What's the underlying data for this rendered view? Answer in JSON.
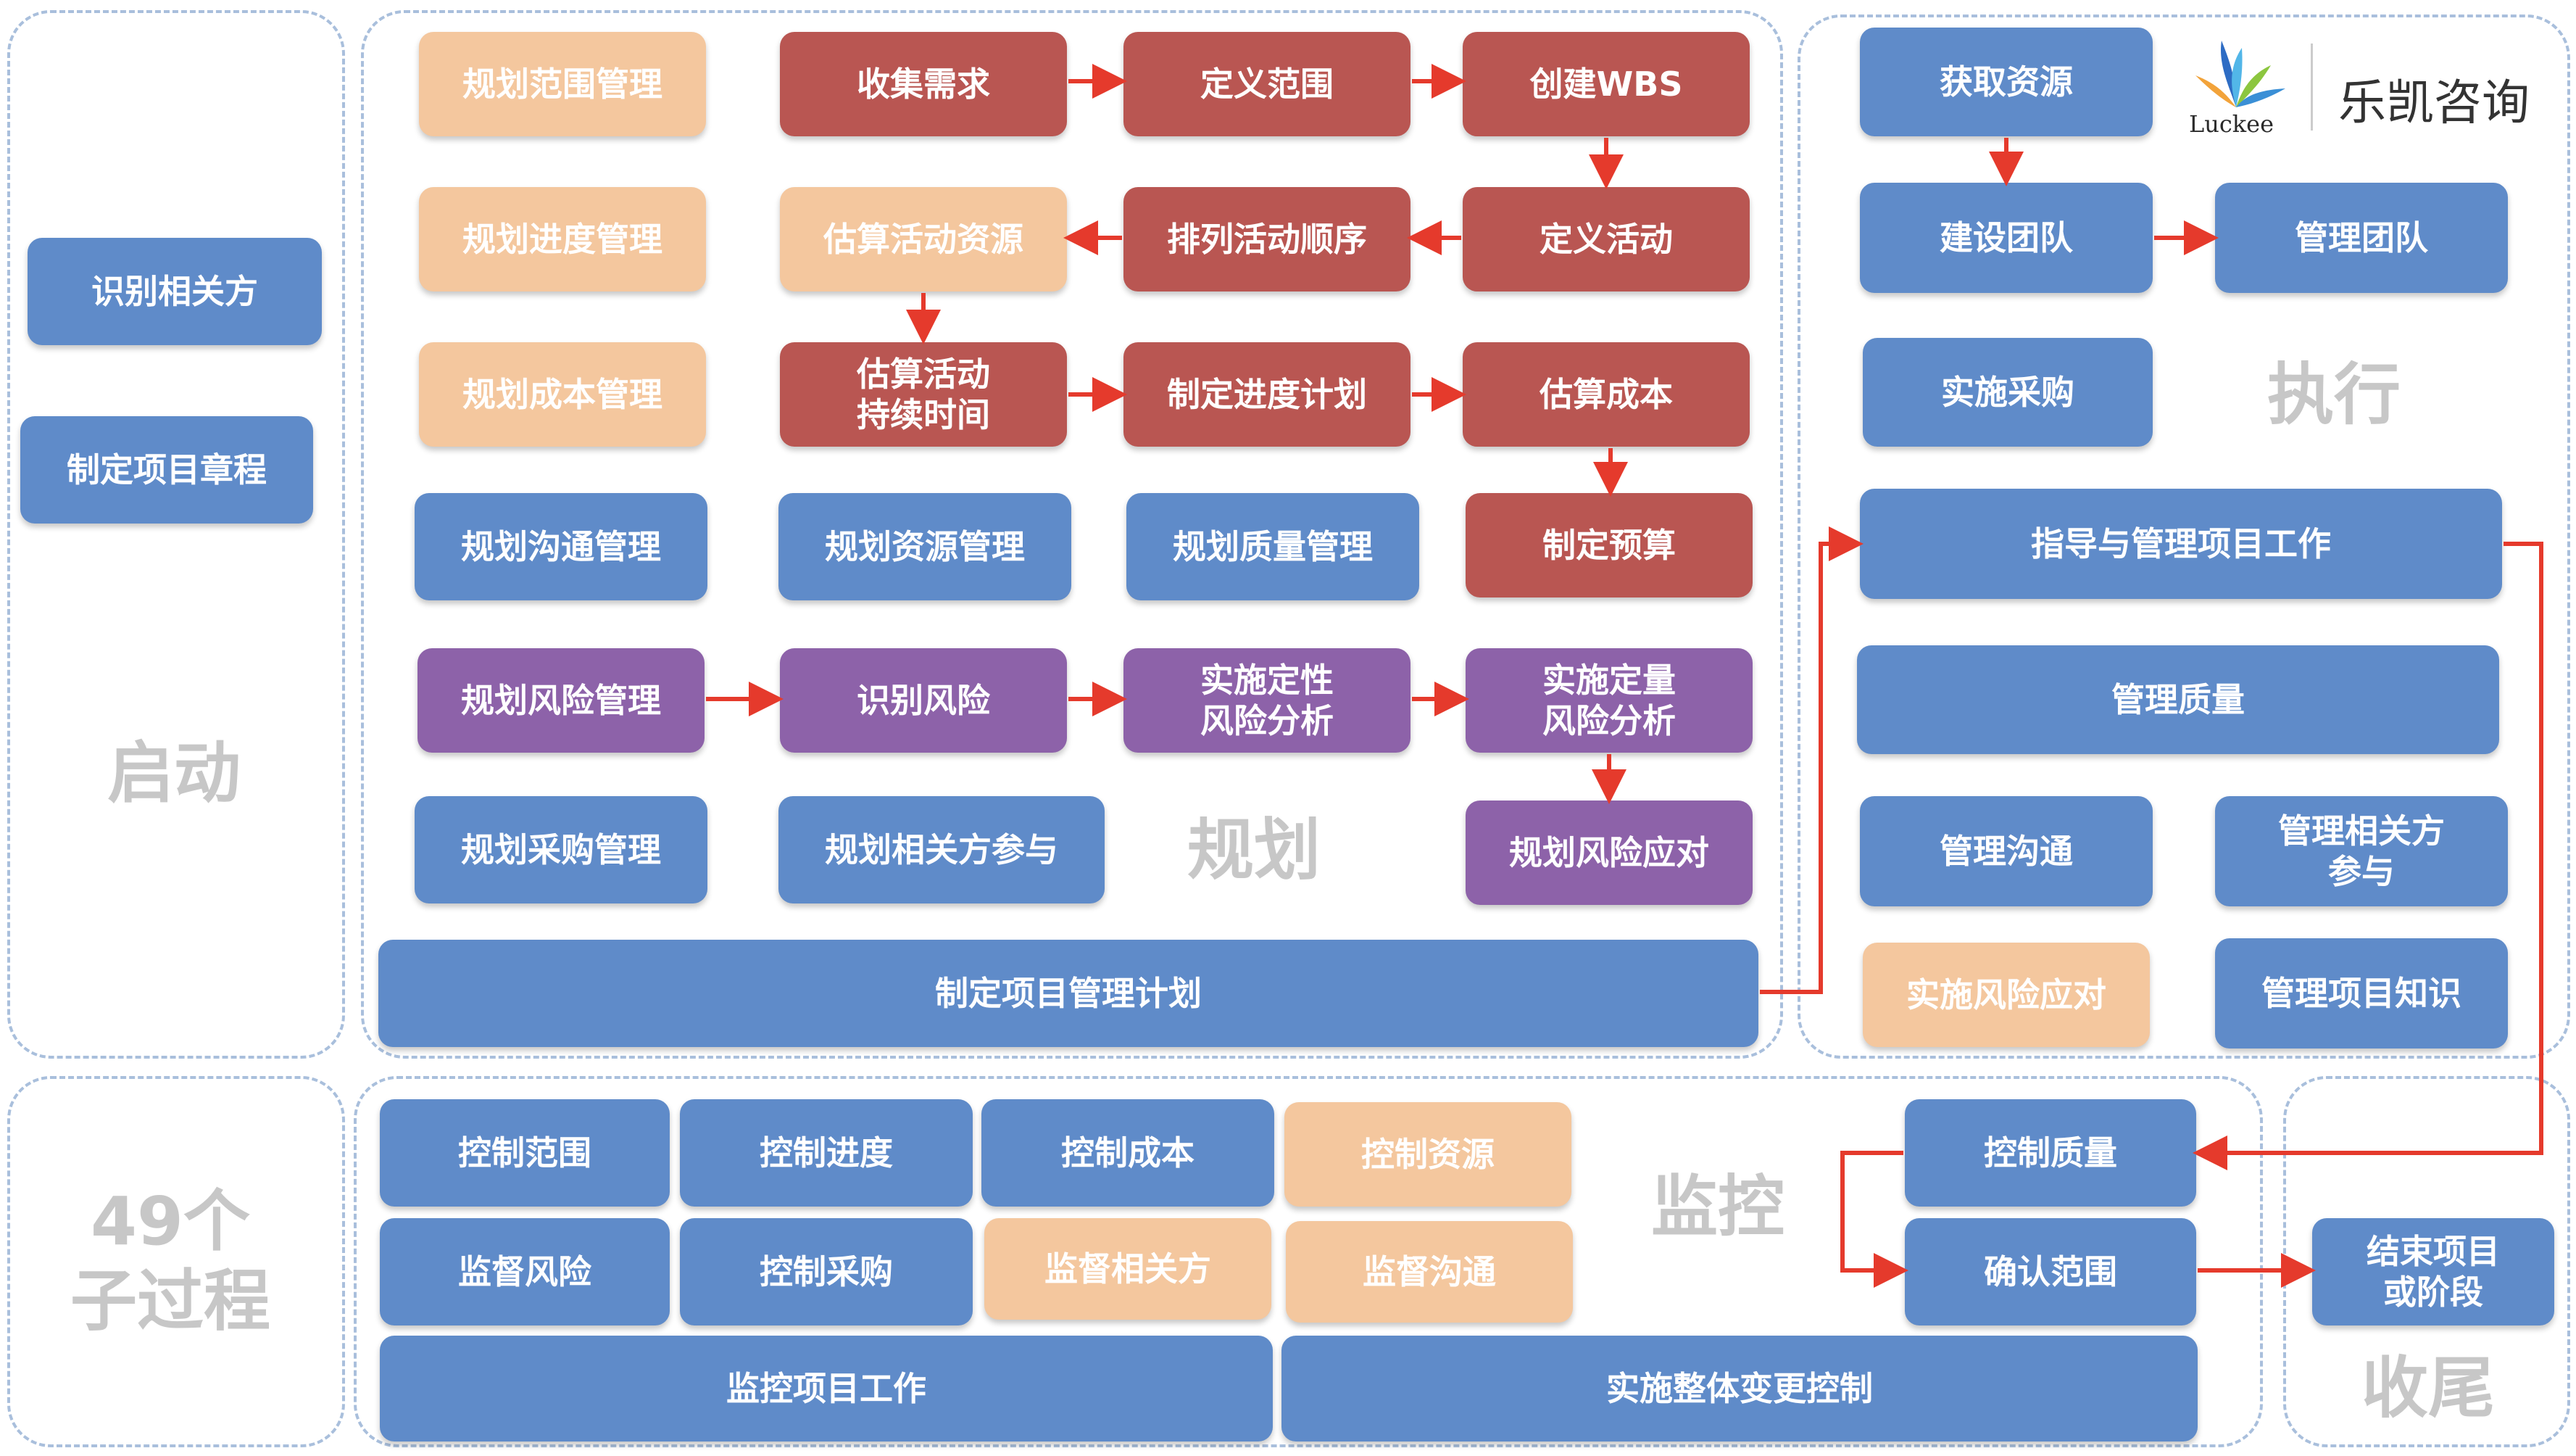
{
  "colors": {
    "blue": "#5f8bc9",
    "peach": "#f4c79e",
    "red": "#b95652",
    "purple": "#8d62a9",
    "arrow": "#e53a2c",
    "group_border": "#a9bfdc",
    "phase_label": "#c7c7c7"
  },
  "logo": {
    "brand_name": "乐凯咨询",
    "brand_latin": "Luckee",
    "icon": "fan-leaf-logo-icon"
  },
  "phases": {
    "initiating": "启动",
    "planning": "规划",
    "executing": "执行",
    "monitoring": "监控",
    "closing": "收尾",
    "subprocess_count": "49个\n子过程"
  },
  "initiating": {
    "identify_stakeholders": "识别相关方",
    "develop_charter": "制定项目章程"
  },
  "planning": {
    "plan_scope_mgmt": "规划范围管理",
    "collect_requirements": "收集需求",
    "define_scope": "定义范围",
    "create_wbs": "创建WBS",
    "plan_schedule_mgmt": "规划进度管理",
    "estimate_activity_resources": "估算活动资源",
    "sequence_activities": "排列活动顺序",
    "define_activities": "定义活动",
    "plan_cost_mgmt": "规划成本管理",
    "estimate_activity_durations": "估算活动\n持续时间",
    "develop_schedule": "制定进度计划",
    "estimate_costs": "估算成本",
    "plan_comm_mgmt": "规划沟通管理",
    "plan_resource_mgmt": "规划资源管理",
    "plan_quality_mgmt": "规划质量管理",
    "determine_budget": "制定预算",
    "plan_risk_mgmt": "规划风险管理",
    "identify_risks": "识别风险",
    "qualitative_risk": "实施定性\n风险分析",
    "quantitative_risk": "实施定量\n风险分析",
    "plan_procurement_mgmt": "规划采购管理",
    "plan_stakeholder_engagement": "规划相关方参与",
    "plan_risk_responses": "规划风险应对",
    "develop_pm_plan": "制定项目管理计划"
  },
  "executing": {
    "acquire_resources": "获取资源",
    "develop_team": "建设团队",
    "manage_team": "管理团队",
    "conduct_procurements": "实施采购",
    "direct_manage_work": "指导与管理项目工作",
    "manage_quality": "管理质量",
    "manage_communications": "管理沟通",
    "manage_stakeholder_engagement": "管理相关方\n参与",
    "implement_risk_responses": "实施风险应对",
    "manage_knowledge": "管理项目知识"
  },
  "monitoring": {
    "control_scope": "控制范围",
    "control_schedule": "控制进度",
    "control_costs": "控制成本",
    "control_resources": "控制资源",
    "monitor_risks": "监督风险",
    "control_procurements": "控制采购",
    "monitor_stakeholder_engagement": "监督相关方",
    "monitor_communications": "监督沟通",
    "monitor_control_work": "监控项目工作",
    "integrated_change_control": "实施整体变更控制",
    "control_quality": "控制质量",
    "validate_scope": "确认范围"
  },
  "closing": {
    "close_project": "结束项目\n或阶段"
  }
}
